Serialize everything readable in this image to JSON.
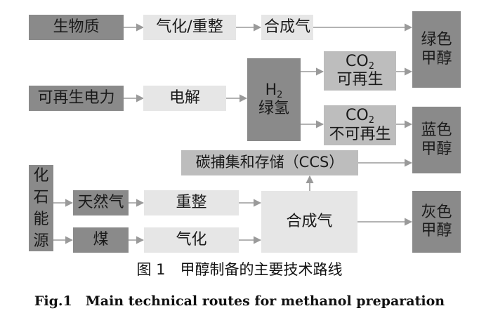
{
  "nodes": {
    "biomass": "生物质",
    "gasify_reform": "气化/重整",
    "syngas_top": "合成气",
    "green_methanol": [
      "绿色",
      "甲醇"
    ],
    "renewable_power": "可再生电力",
    "electrolysis": "电解",
    "h2_symbol": "H",
    "h2_sub": "2",
    "green_hydrogen": "绿氢",
    "co2_renew_symbol": "CO",
    "co2_renew_sub": "2",
    "co2_renew_label": "可再生",
    "co2_nonrenew_symbol": "CO",
    "co2_nonrenew_sub": "2",
    "co2_nonrenew_label": "不可再生",
    "blue_methanol": [
      "蓝色",
      "甲醇"
    ],
    "ccs": "碳捕集和存储（CCS）",
    "fossil": [
      "化",
      "石",
      "能",
      "源"
    ],
    "natural_gas": "天然气",
    "reforming": "重整",
    "syngas_bottom": "合成气",
    "grey_methanol": [
      "灰色",
      "甲醇"
    ],
    "coal": "煤",
    "gasification": "气化"
  },
  "caption": {
    "cn": "图 1　甲醇制备的主要技术路线",
    "en": "Fig.1　Main technical routes for methanol preparation"
  },
  "colors": {
    "dark": "#8a8a8a",
    "mid": "#bdbdbd",
    "light": "#e6e6e6",
    "arrow": "#9a9a9a"
  }
}
